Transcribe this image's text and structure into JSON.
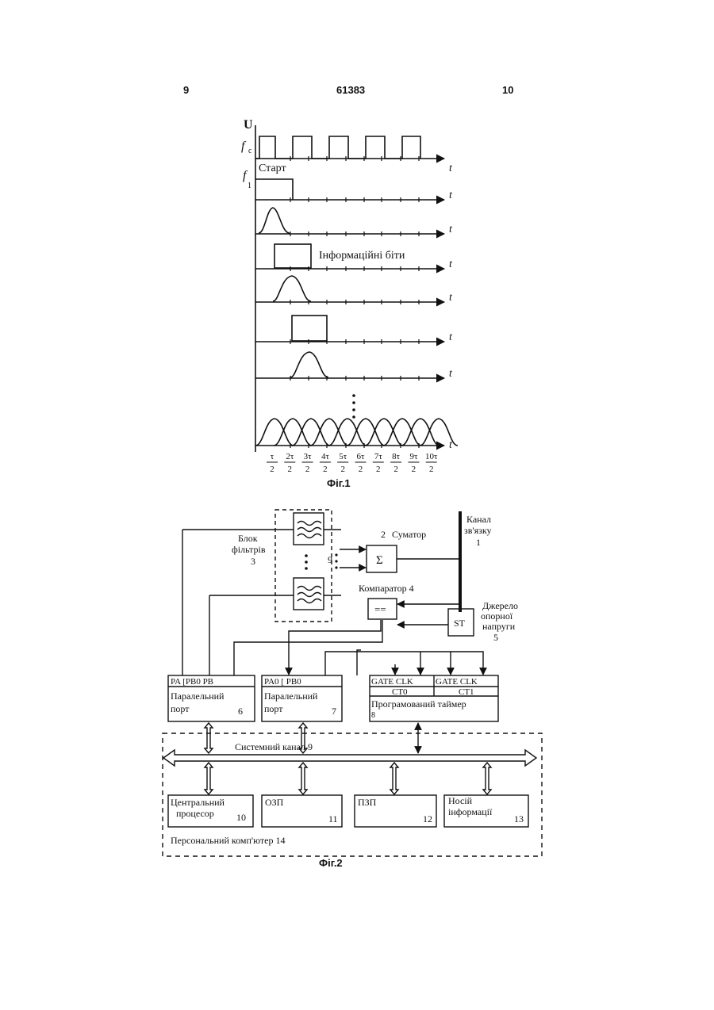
{
  "header": {
    "left_page": "9",
    "patent_number": "61383",
    "right_page": "10"
  },
  "fig1": {
    "caption": "Фіг.1",
    "u_label": "U",
    "fc_label": "f",
    "fc_sub": "c",
    "f1_label": "f",
    "f1_sub": "1",
    "t_label": "t",
    "start_label": "Старт",
    "info_bits_label": "Інформаційні біти",
    "tick_numerators": [
      "τ",
      "2τ",
      "3τ",
      "4τ",
      "5τ",
      "6τ",
      "7τ",
      "8τ",
      "9τ",
      "10τ"
    ],
    "tick_denominator": "2"
  },
  "fig2": {
    "caption": "Фіг.2",
    "blocks": {
      "filter_block": {
        "label_1": "Блок",
        "label_2": "фільтрів",
        "num": "3",
        "dots_num": "9"
      },
      "adder": {
        "num": "2",
        "label": "Суматор",
        "symbol": "Σ"
      },
      "channel": {
        "label_1": "Канал",
        "label_2": "зв'язку",
        "num": "1"
      },
      "comparator": {
        "label": "Компаратор 4",
        "symbol": "=="
      },
      "ref_source": {
        "label_1": "Джерело",
        "label_2": "опорної",
        "label_3": "напруги",
        "num": "5",
        "symbol": "ST"
      },
      "port6": {
        "pins": "PA [PB0  PB",
        "label_1": "Паралельний",
        "label_2": "порт",
        "num": "6"
      },
      "port7": {
        "pins": "PA0  [ PB0",
        "label_1": "Паралельний",
        "label_2": "порт",
        "num": "7"
      },
      "timer": {
        "pins_1": "GATE CLK",
        "pins_2": "GATE CLK",
        "ct0": "CT0",
        "ct1": "CT1",
        "label": "Програмований таймер",
        "num": "8"
      },
      "bus": {
        "label": "Системний канал  9"
      },
      "cpu": {
        "label_1": "Центральний",
        "label_2": "процесор",
        "num": "10"
      },
      "ram": {
        "label": "ОЗП",
        "num": "11"
      },
      "rom": {
        "label": "ПЗП",
        "num": "12"
      },
      "storage": {
        "label_1": "Носій",
        "label_2": "інформації",
        "num": "13"
      },
      "pc": {
        "label": "Персональний комп'ютер  14"
      }
    }
  }
}
